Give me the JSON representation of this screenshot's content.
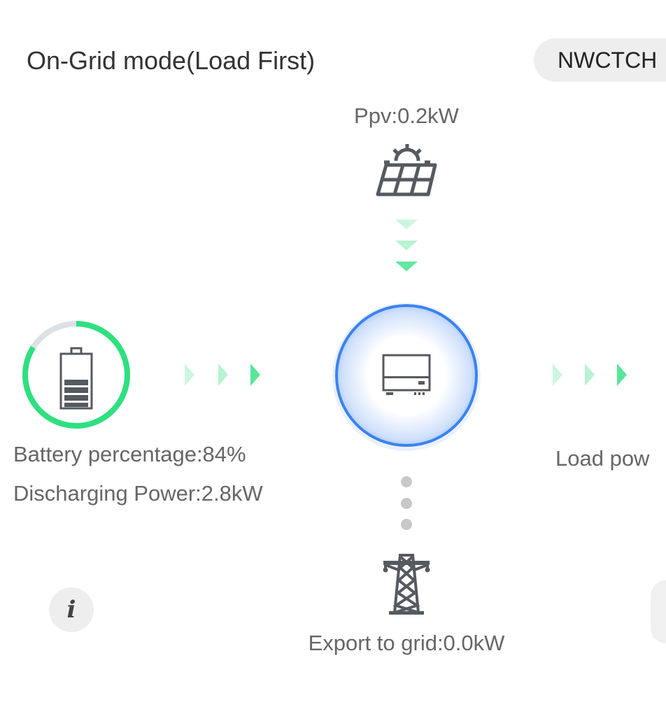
{
  "header": {
    "mode_title": "On-Grid mode(Load First)",
    "device_name": "NWCTCH"
  },
  "pv": {
    "label": "Ppv:0.2kW",
    "icon": "solar-panel-icon"
  },
  "battery": {
    "percentage": 84,
    "percentage_label": "Battery percentage:84%",
    "power_label": "Discharging Power:2.8kW",
    "icon": "battery-icon"
  },
  "inverter": {
    "icon": "inverter-icon"
  },
  "load": {
    "label": "Load pow"
  },
  "grid": {
    "label": "Export to grid:0.0kW",
    "icon": "power-tower-icon"
  },
  "info_button": {
    "glyph": "i"
  },
  "colors": {
    "flow": "#2ee07f",
    "inverter_ring": "#3b82f0",
    "icon": "#555a60"
  }
}
